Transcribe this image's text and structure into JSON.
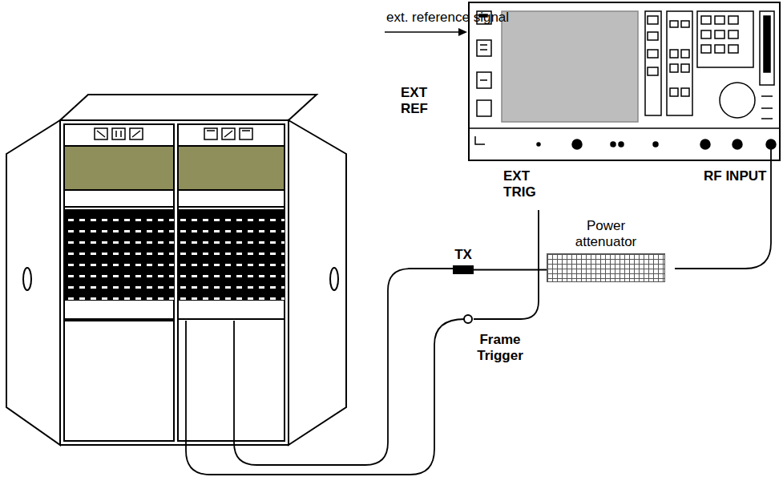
{
  "diagram": {
    "nodes": [
      {
        "text": [
          "TX"
        ]
      },
      {
        "text": [
          "Power attenuator"
        ]
      },
      {
        "text": [
          "Frame Trigger"
        ]
      }
    ],
    "edges": [
      {
        "from": 0,
        "to": 1,
        "arrow": "none"
      }
    ],
    "labels": [
      "ext. reference signal",
      "EXT REF",
      "EXT TRIG",
      "RF INPUT"
    ]
  }
}
